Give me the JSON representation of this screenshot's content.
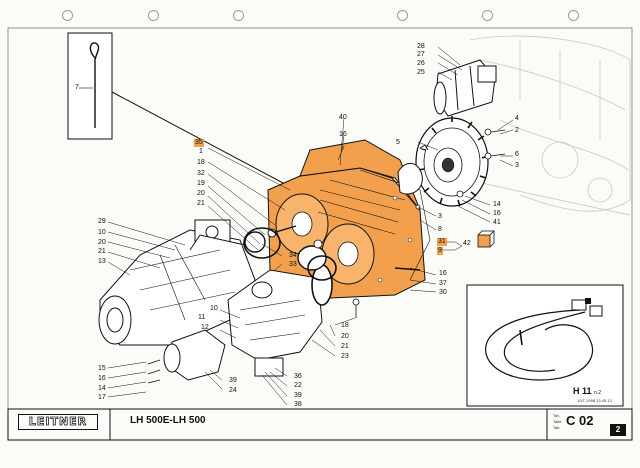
{
  "header": {
    "brand": "LEITNER",
    "model": "LH 500E-LH 500",
    "page_code": "C 02",
    "page_number": "2",
    "tiny_labels": [
      "Tav.",
      "Tafel",
      "Tab."
    ],
    "date_code": "10/7-1998 13.45.13"
  },
  "inset": {
    "label": "H 11",
    "suffix": "n.2"
  },
  "callouts": {
    "highlighted": [
      "35",
      "31",
      "9",
      "42"
    ],
    "top_right_stack": [
      "28",
      "27",
      "26",
      "25"
    ],
    "right_upper": [
      "4",
      "2",
      "6",
      "3"
    ],
    "right_mid": [
      "14",
      "16",
      "41",
      "3",
      "8"
    ],
    "right_lower": [
      "16",
      "37",
      "30"
    ],
    "top_center": [
      "40",
      "16",
      "5"
    ],
    "left_upper": [
      "1",
      "18",
      "32",
      "19",
      "20",
      "21"
    ],
    "left_far": [
      "29",
      "10",
      "20",
      "21",
      "13"
    ],
    "center": [
      "34",
      "33",
      "10",
      "11",
      "12"
    ],
    "bottom_left": [
      "15",
      "16",
      "14",
      "17",
      "39",
      "24"
    ],
    "bottom_center": [
      "18",
      "20",
      "21",
      "23",
      "36",
      "22",
      "39",
      "38"
    ],
    "dipstick": "7"
  }
}
